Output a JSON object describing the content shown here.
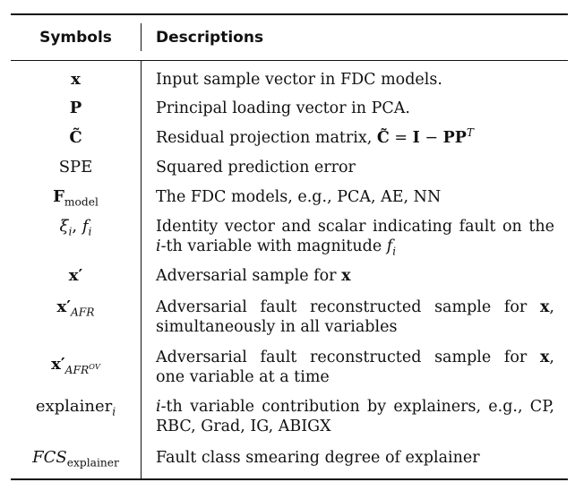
{
  "header": {
    "symbols": "Symbols",
    "descriptions": "Descriptions"
  },
  "rows": [
    {
      "symbol": {
        "main": "x"
      },
      "desc": [
        "Input sample vector in FDC models."
      ]
    },
    {
      "symbol": {
        "main": "P"
      },
      "desc": [
        "Principal loading vector in PCA."
      ]
    },
    {
      "symbol": {
        "main": "C̃"
      },
      "desc": [
        "Residual projection matrix, "
      ],
      "desc_math": {
        "lhs": "C̃",
        "eq": " = ",
        "i": "I",
        "minus": " − ",
        "pp": "PP",
        "sup": "T"
      }
    },
    {
      "symbol": {
        "main": "SPE"
      },
      "desc": [
        "Squared prediction error"
      ]
    },
    {
      "symbol": {
        "main": "F",
        "sub": "model"
      },
      "desc": [
        "The FDC models, e.g., PCA, AE, NN"
      ]
    },
    {
      "symbol": {
        "main": "ξ",
        "sub": "i",
        "sep": ", ",
        "main2": "f",
        "sub2": "i"
      },
      "desc": [
        "Identity vector and scalar indicating fault on the",
        "-th variable with magnitude "
      ],
      "desc_vars": {
        "i": "i",
        "f": "f",
        "fi": "i"
      }
    },
    {
      "symbol": {
        "main": "x",
        "prime": "′"
      },
      "desc": [
        "Adversarial sample for "
      ],
      "desc_vars": {
        "x": "x"
      }
    },
    {
      "symbol": {
        "main": "x",
        "prime": "′",
        "sub": "AFR"
      },
      "desc": [
        "Adversarial fault reconstructed sample for ",
        ",",
        "simultaneously in all variables"
      ],
      "desc_vars": {
        "x": "x"
      }
    },
    {
      "symbol": {
        "main": "x",
        "prime": "′",
        "sub": "AFR",
        "subsup": "OV"
      },
      "desc": [
        "Adversarial fault reconstructed sample for ",
        ",",
        "one variable at a time"
      ],
      "desc_vars": {
        "x": "x"
      }
    },
    {
      "symbol": {
        "main": "explainer",
        "sub": "i"
      },
      "desc": [
        "-th variable contribution by explainers, e.g., CP,",
        "RBC, Grad, IG, ABIGX"
      ],
      "desc_vars": {
        "i": "i"
      }
    },
    {
      "symbol": {
        "main": "FCS",
        "sub": "explainer"
      },
      "desc": [
        "Fault class smearing degree of explainer"
      ]
    }
  ]
}
